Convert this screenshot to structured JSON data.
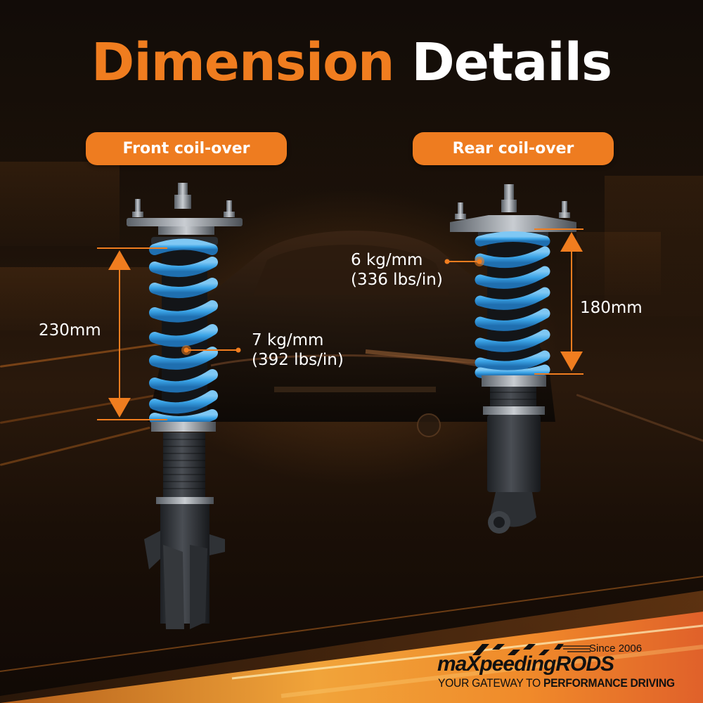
{
  "title": {
    "part1": "Dimension",
    "part2": "Details"
  },
  "sections": {
    "front": {
      "pill_label": "Front coil-over",
      "height_label": "230mm",
      "spring_rate": "7 kg/mm",
      "spring_rate_imperial": "(392 lbs/in)"
    },
    "rear": {
      "pill_label": "Rear coil-over",
      "height_label": "180mm",
      "spring_rate": "6 kg/mm",
      "spring_rate_imperial": "(336 lbs/in)"
    }
  },
  "brand": {
    "since": "Since 2006",
    "name_part1": "maX",
    "name_part2": "peedingRODS",
    "tagline_light": "YOUR GATEWAY TO ",
    "tagline_bold": "PERFORMANCE DRIVING"
  },
  "colors": {
    "accent_orange": "#f07d1f",
    "spring_blue": "#3aa3e6",
    "text_white": "#ffffff",
    "background_dark": "#120c08"
  }
}
